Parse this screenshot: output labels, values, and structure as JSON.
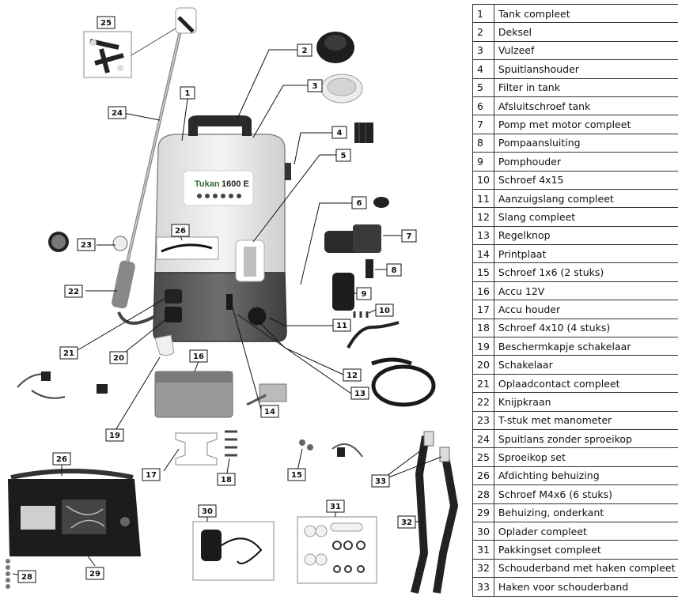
{
  "product": {
    "brand": "Tukan",
    "model": "1600 E"
  },
  "parts": [
    {
      "number": "1",
      "name": "Tank compleet"
    },
    {
      "number": "2",
      "name": "Deksel"
    },
    {
      "number": "3",
      "name": "Vulzeef"
    },
    {
      "number": "4",
      "name": "Spuitlanshouder"
    },
    {
      "number": "5",
      "name": "Filter in tank"
    },
    {
      "number": "6",
      "name": "Afsluitschroef tank"
    },
    {
      "number": "7",
      "name": "Pomp met motor compleet"
    },
    {
      "number": "8",
      "name": "Pompaansluiting"
    },
    {
      "number": "9",
      "name": "Pomphouder"
    },
    {
      "number": "10",
      "name": "Schroef 4x15"
    },
    {
      "number": "11",
      "name": "Aanzuigslang compleet"
    },
    {
      "number": "12",
      "name": "Slang compleet"
    },
    {
      "number": "13",
      "name": "Regelknop"
    },
    {
      "number": "14",
      "name": "Printplaat"
    },
    {
      "number": "15",
      "name": "Schroef 1x6 (2 stuks)"
    },
    {
      "number": "16",
      "name": "Accu 12V"
    },
    {
      "number": "17",
      "name": "Accu houder"
    },
    {
      "number": "18",
      "name": "Schroef 4x10 (4 stuks)"
    },
    {
      "number": "19",
      "name": "Beschermkapje schakelaar"
    },
    {
      "number": "20",
      "name": "Schakelaar"
    },
    {
      "number": "21",
      "name": "Oplaadcontact compleet"
    },
    {
      "number": "22",
      "name": "Knijpkraan"
    },
    {
      "number": "23",
      "name": "T-stuk met manometer"
    },
    {
      "number": "24",
      "name": "Spuitlans zonder sproeikop"
    },
    {
      "number": "25",
      "name": "Sproeikop set"
    },
    {
      "number": "26",
      "name": "Afdichting behuizing"
    },
    {
      "number": "28",
      "name": "Schroef M4x6 (6 stuks)"
    },
    {
      "number": "29",
      "name": "Behuizing, onderkant"
    },
    {
      "number": "30",
      "name": "Oplader compleet"
    },
    {
      "number": "31",
      "name": "Pakkingset compleet"
    },
    {
      "number": "32",
      "name": "Schouderband met haken compleet"
    },
    {
      "number": "33",
      "name": "Haken voor schouderband"
    }
  ],
  "callouts": [
    "1",
    "2",
    "3",
    "4",
    "5",
    "6",
    "7",
    "8",
    "9",
    "10",
    "11",
    "12",
    "13",
    "14",
    "15",
    "16",
    "17",
    "18",
    "19",
    "20",
    "21",
    "22",
    "23",
    "24",
    "25",
    "26",
    "26",
    "28",
    "29",
    "30",
    "31",
    "32",
    "33"
  ]
}
